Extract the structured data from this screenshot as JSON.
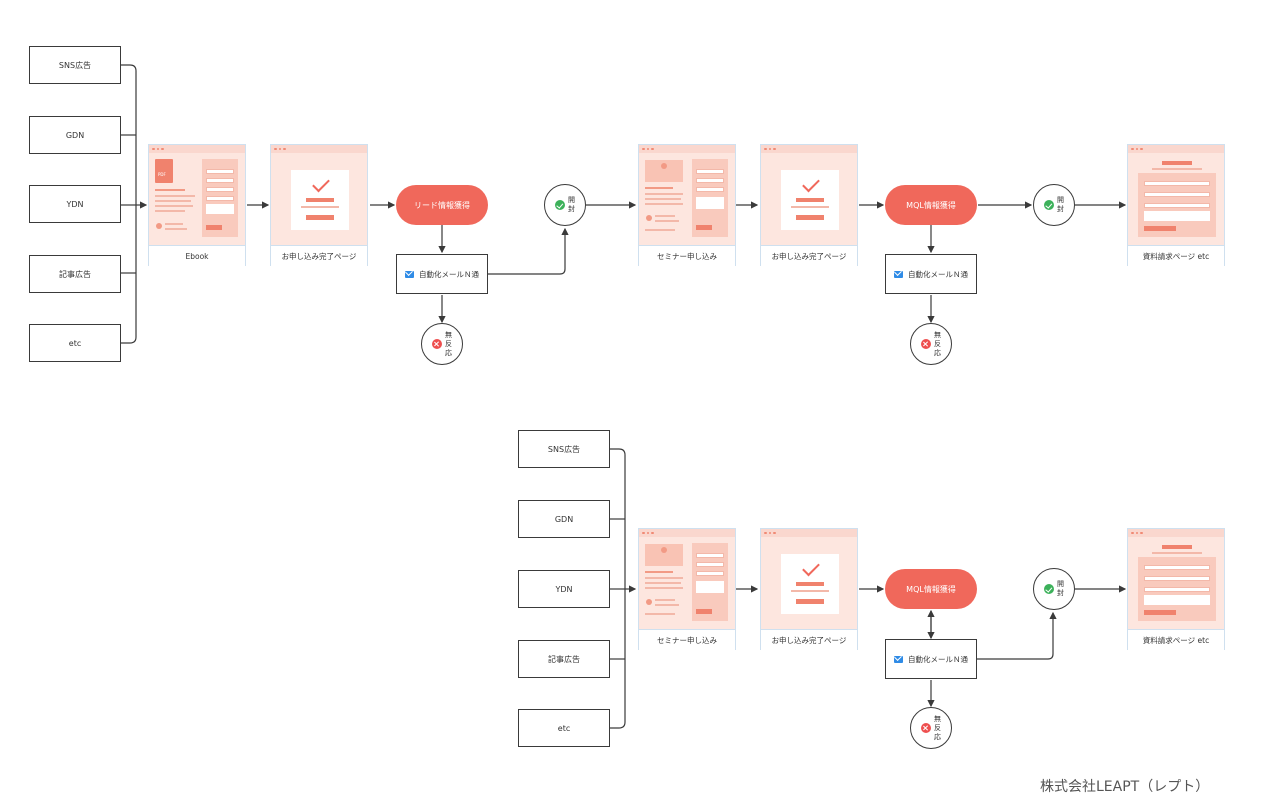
{
  "sources": [
    "SNS広告",
    "GDN",
    "YDN",
    "記事広告",
    "etc"
  ],
  "top_flow": {
    "ebook_label": "Ebook",
    "pdf_tag": "PDF",
    "thanks_label": "お申し込み完了ページ",
    "lead_label": "リード情報獲得",
    "mail_label": "自動化メールＮ通",
    "open_label": "開封",
    "noreply_label": "無反応",
    "seminar_label": "セミナー申し込み",
    "thanks2_label": "お申し込み完了ページ",
    "mql_label": "MQL情報獲得",
    "mail2_label": "自動化メールＮ通",
    "open2_label": "開封",
    "noreply2_label": "無反応",
    "request_label": "資料請求ページ etc"
  },
  "bottom_flow": {
    "seminar_label": "セミナー申し込み",
    "thanks_label": "お申し込み完了ページ",
    "mql_label": "MQL情報獲得",
    "mail_label": "自動化メールＮ通",
    "open_label": "開封",
    "noreply_label": "無反応",
    "request_label": "資料請求ページ etc"
  },
  "footer": "株式会社LEAPT（レプト）",
  "colors": {
    "accent": "#f0685b",
    "card_bg": "#fde6df",
    "line": "#3a3a3a"
  }
}
